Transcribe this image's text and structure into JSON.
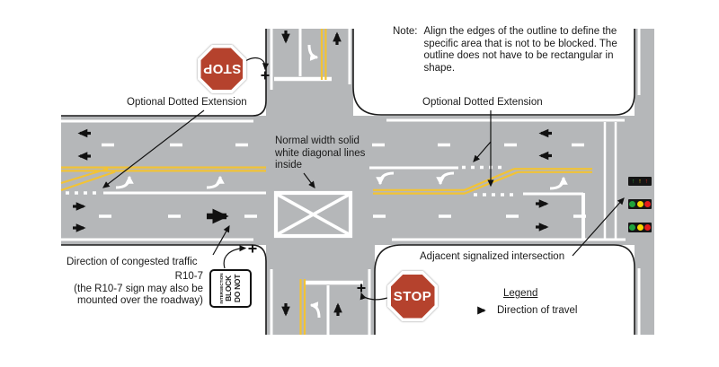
{
  "figure": {
    "type": "traffic-engineering-diagram",
    "subject": "Do Not Block Intersection markings at a congested intersection"
  },
  "note": {
    "prefix": "Note:",
    "text": "Align the edges of the outline to define the specific area that is not to be blocked. The outline does not have to be rectangular in shape."
  },
  "labels": {
    "optional_dotted_extension_left": "Optional Dotted Extension",
    "optional_dotted_extension_right": "Optional Dotted Extension",
    "normal_width_diagonals": "Normal width solid white diagonal lines inside",
    "direction_congested": "Direction of congested traffic",
    "adjacent_signalized": "Adjacent signalized intersection",
    "r10_7_label": "R10-7",
    "r10_7_note_line1": "(the R10-7 sign may also be",
    "r10_7_note_line2": "mounted over the roadway)"
  },
  "signs": {
    "stop_top": "STOP",
    "stop_bottom": "STOP",
    "r10_7": {
      "line1": "DO NOT",
      "line2": "BLOCK",
      "line3": "INTERSECTION"
    }
  },
  "legend": {
    "title": "Legend",
    "item_direction_of_travel": "Direction of travel"
  },
  "colors": {
    "pavement_gray": "#b5b7b9",
    "lane_yellow": "#f2c335",
    "marking_white": "#ffffff",
    "stop_sign_red": "#b5422d",
    "signal_green": "#1fa33c",
    "signal_yellow": "#f6d500",
    "signal_red": "#e51c1c",
    "outline_black": "#1c1c1c"
  },
  "signals": {
    "arrow_head_glyphs": [
      "↑",
      "↑",
      "↑"
    ],
    "arrow_head_colors": [
      "#2aa03a",
      "#e8c11c",
      "#d92b21"
    ],
    "ball_head_colors": [
      "#1fa33c",
      "#f6d500",
      "#e51c1c"
    ]
  }
}
